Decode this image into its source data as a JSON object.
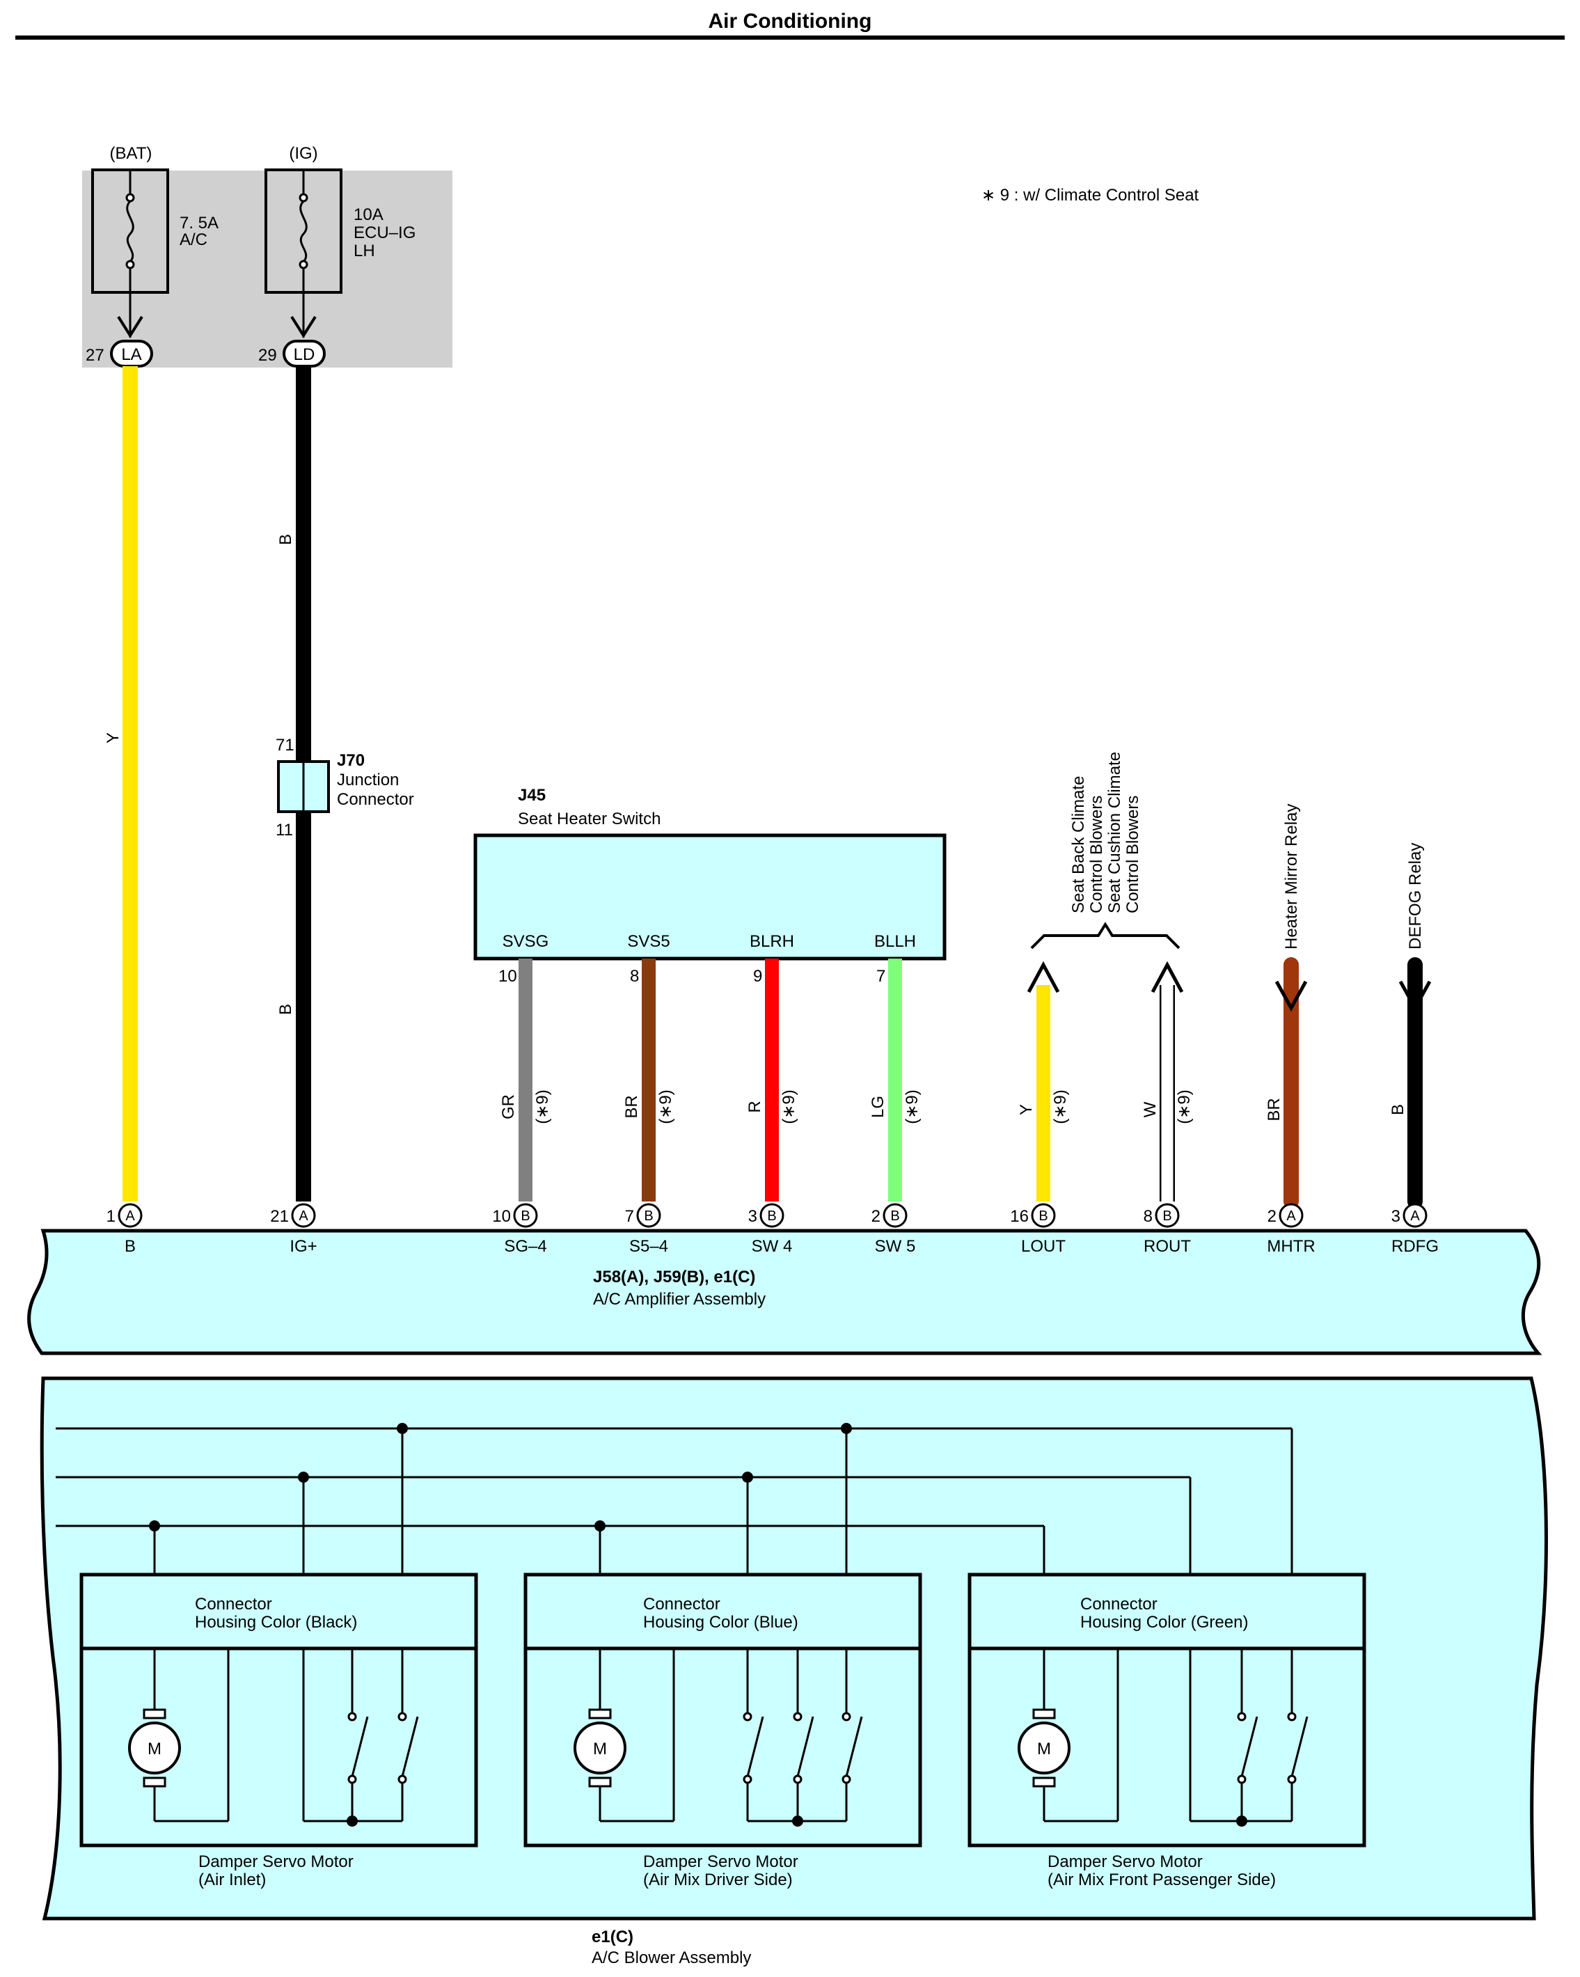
{
  "title": "Air Conditioning",
  "note": "∗ 9 : w/ Climate Control Seat",
  "fuses": [
    {
      "source": "(BAT)",
      "lines": [
        "7. 5A",
        "A/C"
      ],
      "pin": "27",
      "conn": "LA"
    },
    {
      "source": "(IG)",
      "lines": [
        "10A",
        "ECU–IG",
        "LH"
      ],
      "pin": "29",
      "conn": "LD"
    }
  ],
  "wires": {
    "bat_wire": "Y",
    "ig_wire_upper": "B",
    "ig_wire_lower": "B"
  },
  "junction": {
    "id": "J70",
    "name_lines": [
      "Junction",
      "Connector"
    ],
    "pin_top": "71",
    "pin_bottom": "11"
  },
  "switch": {
    "id": "J45",
    "name": "Seat Heater Switch"
  },
  "switch_pins": [
    {
      "label": "SVSG",
      "num": "10",
      "wire": "GR",
      "tag": "(∗9)",
      "color": "#808080"
    },
    {
      "label": "SVS5",
      "num": "8",
      "wire": "BR",
      "tag": "(∗9)",
      "color": "#8b3a0e"
    },
    {
      "label": "BLRH",
      "num": "9",
      "wire": "R",
      "tag": "(∗9)",
      "color": "#ff0000"
    },
    {
      "label": "BLLH",
      "num": "7",
      "wire": "LG",
      "tag": "(∗9)",
      "color": "#7dff7d"
    }
  ],
  "outputs": [
    {
      "wire": "Y",
      "tag": "(∗9)",
      "color": "#ffee00"
    },
    {
      "wire": "W",
      "tag": "(∗9)",
      "color": "#ffffff"
    },
    {
      "wire": "BR",
      "tag": "",
      "color": "#a0360b"
    },
    {
      "wire": "B",
      "tag": "",
      "color": "#000000"
    }
  ],
  "climate_label_lines": [
    "Seat Back Climate",
    "Control Blowers",
    "Seat Cushion Climate",
    "Control Blowers"
  ],
  "heater_mirror": "Heater Mirror Relay",
  "defog": "DEFOG Relay",
  "amp_pins": [
    {
      "num": "1",
      "conn": "A",
      "label": "B"
    },
    {
      "num": "21",
      "conn": "A",
      "label": "IG+"
    },
    {
      "num": "10",
      "conn": "B",
      "label": "SG–4"
    },
    {
      "num": "7",
      "conn": "B",
      "label": "S5–4"
    },
    {
      "num": "3",
      "conn": "B",
      "label": "SW 4"
    },
    {
      "num": "2",
      "conn": "B",
      "label": "SW 5"
    },
    {
      "num": "16",
      "conn": "B",
      "label": "LOUT"
    },
    {
      "num": "8",
      "conn": "B",
      "label": "ROUT"
    },
    {
      "num": "2",
      "conn": "A",
      "label": "MHTR"
    },
    {
      "num": "3",
      "conn": "A",
      "label": "RDFG"
    }
  ],
  "amplifier": {
    "id": "J58(A), J59(B), e1(C)",
    "name": "A/C Amplifier Assembly"
  },
  "motors": [
    {
      "header": [
        "Connector",
        "Housing Color (Black)"
      ],
      "name": [
        "Damper Servo Motor",
        "(Air Inlet)"
      ],
      "motor_label": "M"
    },
    {
      "header": [
        "Connector",
        "Housing Color (Blue)"
      ],
      "name": [
        "Damper Servo Motor",
        "(Air Mix Driver Side)"
      ],
      "motor_label": "M"
    },
    {
      "header": [
        "Connector",
        "Housing Color (Green)"
      ],
      "name": [
        "Damper Servo Motor",
        "(Air Mix Front Passenger Side)"
      ],
      "motor_label": "M"
    }
  ],
  "blower": {
    "id": "e1(C)",
    "name": "A/C Blower Assembly"
  }
}
